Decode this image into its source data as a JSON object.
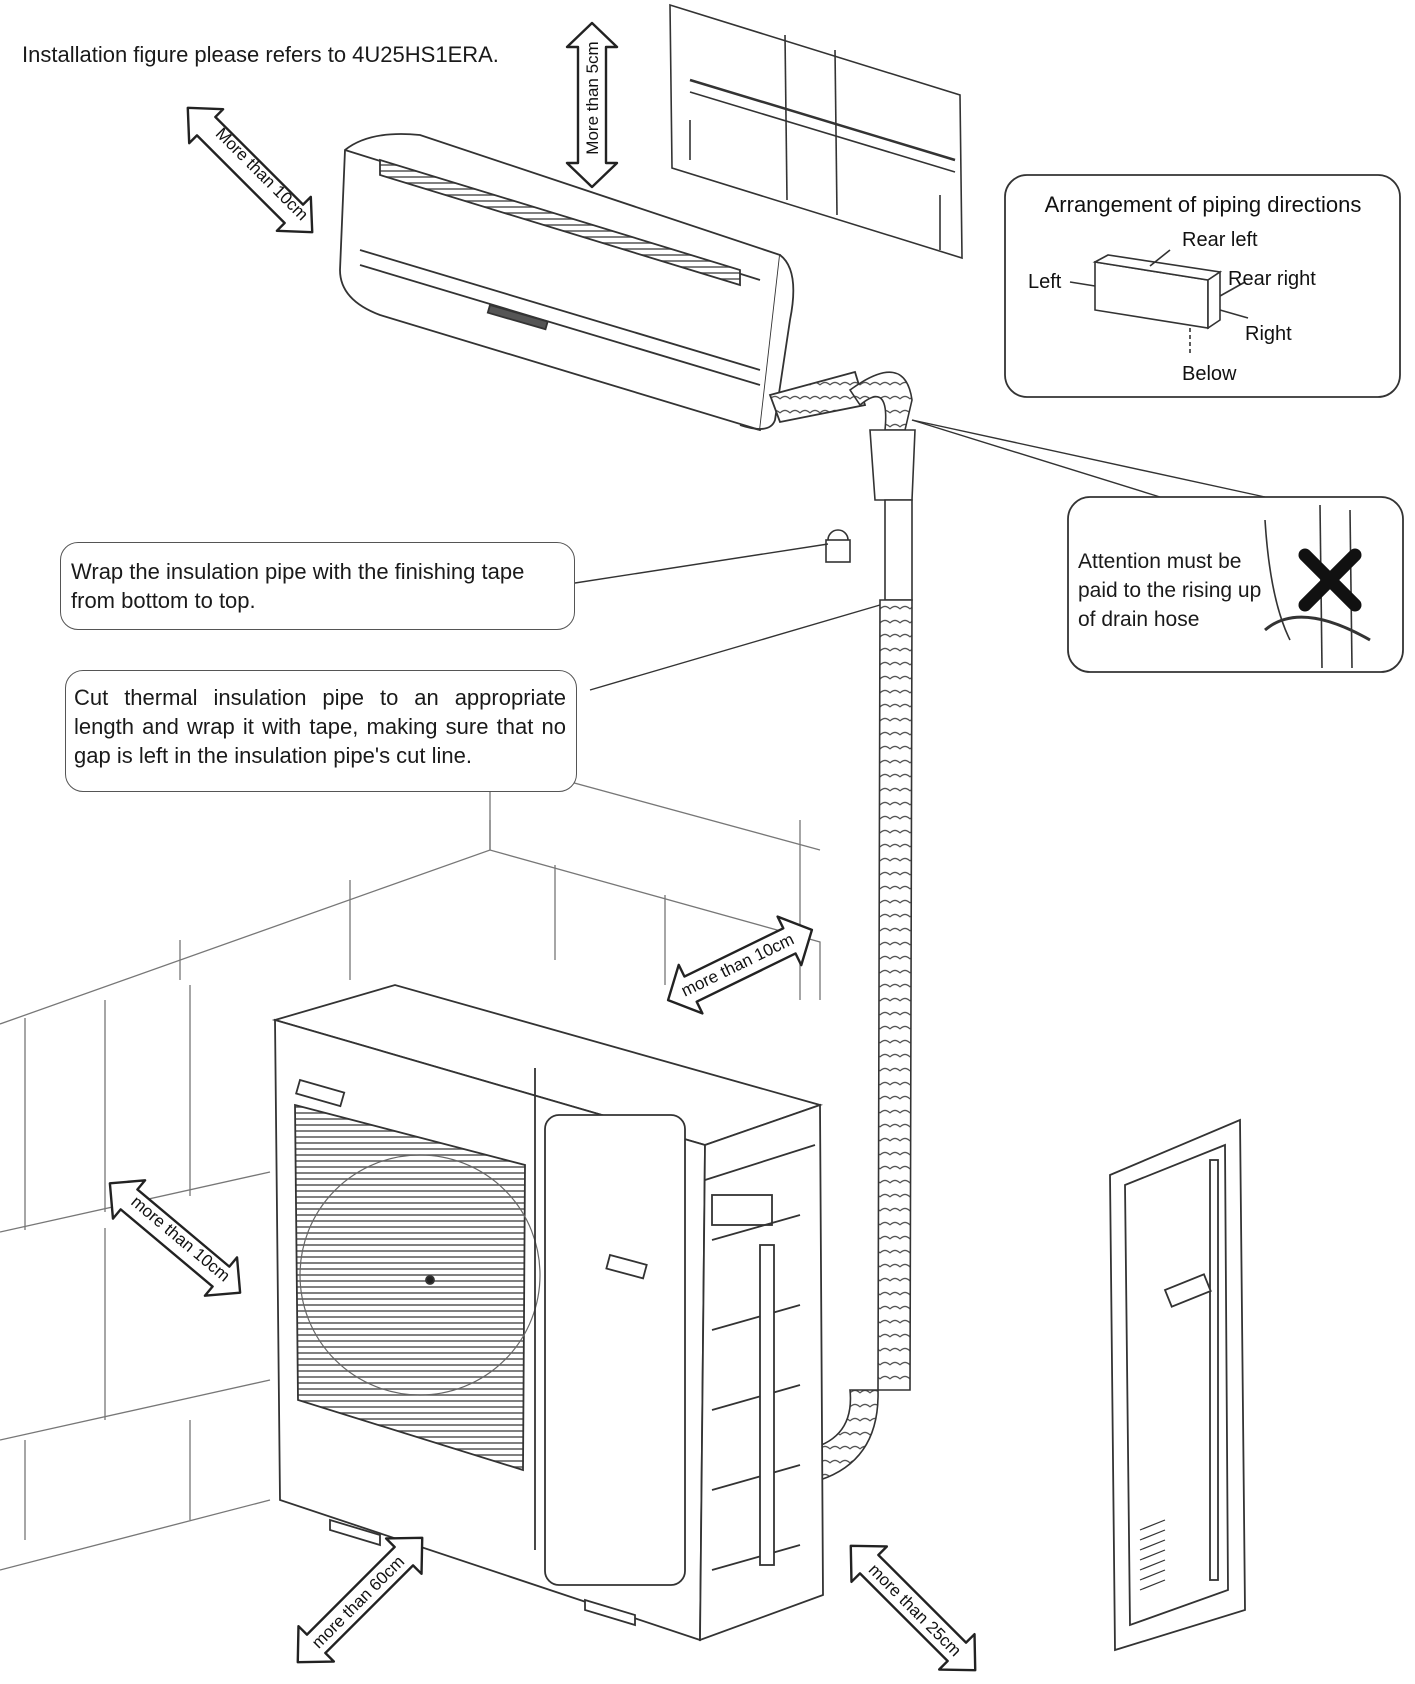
{
  "header_text": "Installation figure please refers to 4U25HS1ERA.",
  "clearances": {
    "indoor_side": "More than 10cm",
    "indoor_top": "More than 5cm",
    "outdoor_back": "more than 10cm",
    "outdoor_left": "more than 10cm",
    "outdoor_front": "more than 60cm",
    "outdoor_right": "more than 25cm"
  },
  "piping_box": {
    "title": "Arrangement of piping directions",
    "labels": {
      "rear_left": "Rear left",
      "left": "Left",
      "rear_right": "Rear right",
      "right": "Right",
      "below": "Below"
    }
  },
  "callouts": {
    "wrap_tape": "Wrap the insulation pipe with the finishing tape from bottom to top.",
    "cut_pipe": "Cut thermal insulation pipe to an appropriate length and wrap it with tape, making sure that no gap is left in the insulation pipe's cut line.",
    "drain_hose": "Attention must be paid to the rising up of drain hose"
  },
  "colors": {
    "line": "#333333",
    "arrow_fill": "#ffffff",
    "warning_cross": "#111111"
  },
  "icons": [
    "double-arrow-icon",
    "cross-icon"
  ]
}
